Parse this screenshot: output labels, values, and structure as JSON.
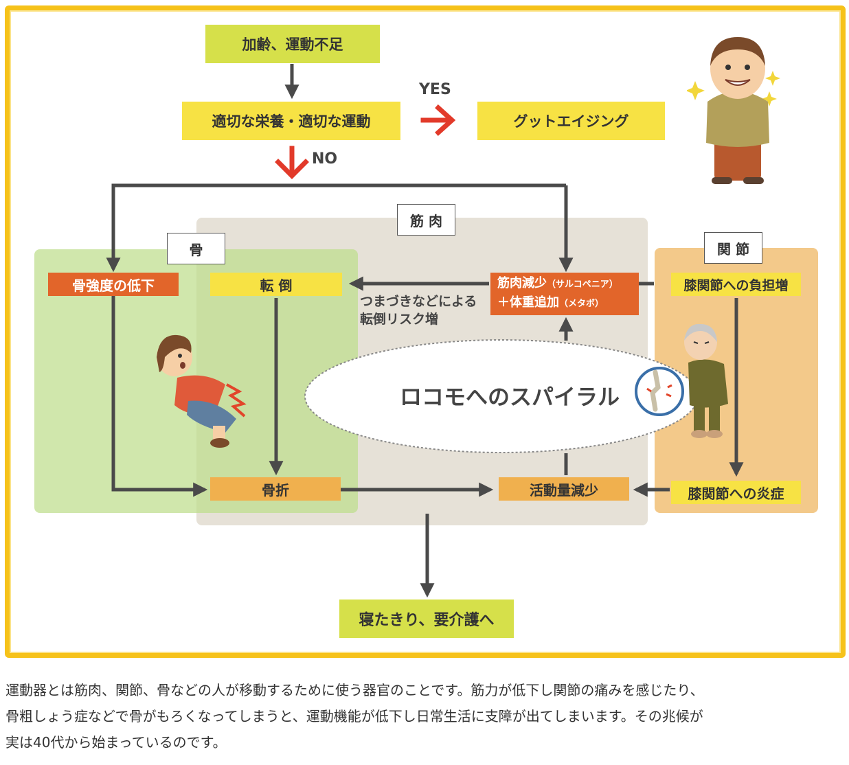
{
  "diagram": {
    "top_cause": "加齢、運動不足",
    "decision": "適切な栄養・適切な運動",
    "yes_label": "YES",
    "no_label": "NO",
    "good_outcome": "グットエイジング",
    "groups": {
      "muscle": "筋 肉",
      "bone": "骨",
      "joint": "関 節"
    },
    "nodes": {
      "bone_strength": "骨強度の低下",
      "fall": "転 倒",
      "muscle_loss_line1": "筋肉減少",
      "muscle_loss_line1_small": "（サルコペニア）",
      "muscle_loss_line2": "＋体重追加",
      "muscle_loss_line2_small": "（メタボ）",
      "knee_burden": "膝関節への負担増",
      "fracture": "骨折",
      "activity_decrease": "活動量減少",
      "knee_inflammation": "膝関節への炎症",
      "bedridden": "寝たきり、要介護へ"
    },
    "fall_risk_note_line1": "つまづきなどによる",
    "fall_risk_note_line2": "転倒リスク増",
    "spiral_label": "ロコモへのスパイラル"
  },
  "caption": {
    "line1": "運動器とは筋肉、関節、骨などの人が移動するために使う器官のことです。筋力が低下し関節の痛みを感じたり、",
    "line2": "骨粗しょう症などで骨がもろくなってしまうと、運動機能が低下し日常生活に支障が出てしまいます。その兆候が",
    "line3": "実は40代から始まっているのです。"
  },
  "colors": {
    "frame": "#f6c21a",
    "lime": "#d6e04a",
    "yellow": "#f7e244",
    "orange": "#e2652a",
    "light_orange": "#f0b04e",
    "bone_panel": "#cde3a5",
    "muscle_panel": "#e6e1d7",
    "joint_panel": "#f3c98a",
    "arrow": "#4a4a4a",
    "red_arrow": "#e23a2a"
  }
}
